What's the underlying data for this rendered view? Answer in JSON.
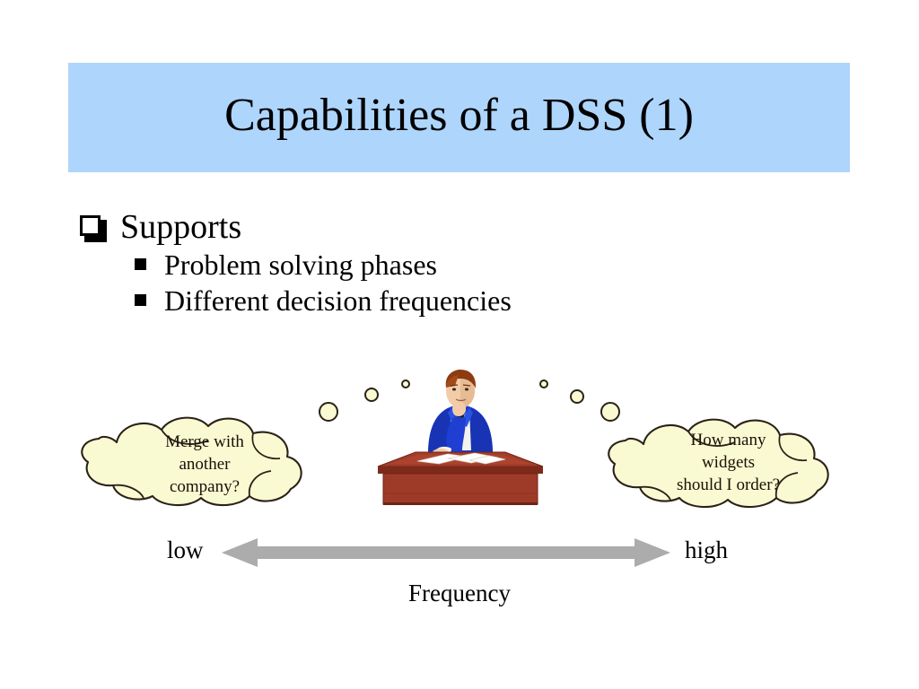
{
  "slide": {
    "title": "Capabilities of a DSS (1)",
    "banner_color": "#AED5FC",
    "background_color": "#FFFFFF",
    "text_color": "#000000"
  },
  "bullets": [
    {
      "level": 1,
      "marker": "hollow-square-bullet",
      "text": "Supports"
    },
    {
      "level": 2,
      "marker": "filled-square-bullet",
      "text": "Problem solving phases"
    },
    {
      "level": 2,
      "marker": "filled-square-bullet",
      "text": "Different decision frequencies"
    }
  ],
  "illustration": {
    "cloud_fill": "#FAFAD2",
    "cloud_outline": "#2B2118",
    "left_cloud": {
      "name": "merge-thought-cloud",
      "lines": [
        "Merge with",
        "another",
        "company?"
      ]
    },
    "right_cloud": {
      "name": "widgets-thought-cloud",
      "lines": [
        "How many",
        "widgets",
        "should I order?"
      ]
    },
    "figure": {
      "name": "businessman-at-desk",
      "suit_color": "#1E3FD2",
      "desk_color": "#9E3B28",
      "paper_color": "#FFFFFF",
      "hair_color": "#8C3B12",
      "skin_color": "#F2CCA8"
    }
  },
  "scale": {
    "low_label": "low",
    "high_label": "high",
    "axis_label": "Frequency",
    "arrow_color": "#ACACAC",
    "arrow_direction": "double"
  }
}
